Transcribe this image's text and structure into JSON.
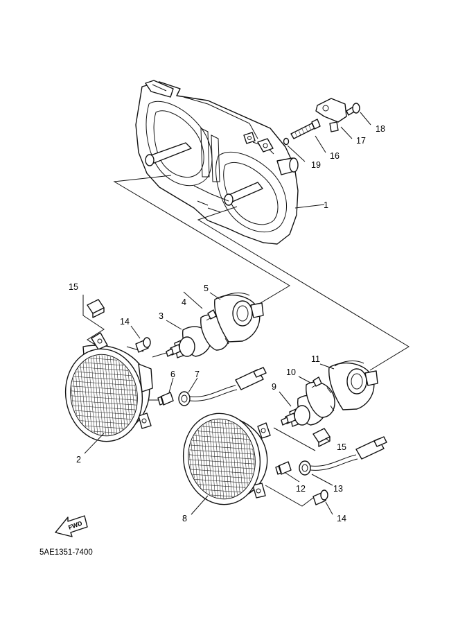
{
  "callouts": {
    "c1": "1",
    "c2": "2",
    "c3": "3",
    "c4": "4",
    "c5": "5",
    "c6": "6",
    "c7": "7",
    "c8": "8",
    "c9": "9",
    "c10": "10",
    "c11": "11",
    "c12": "12",
    "c13": "13",
    "c14a": "14",
    "c14b": "14",
    "c15a": "15",
    "c15b": "15",
    "c16": "16",
    "c17": "17",
    "c18": "18",
    "c19": "19"
  },
  "diagram_code": "5AE1351-7400",
  "fwd_arrow_label": "FWD",
  "colors": {
    "ink": "#111111",
    "paper": "#ffffff"
  }
}
